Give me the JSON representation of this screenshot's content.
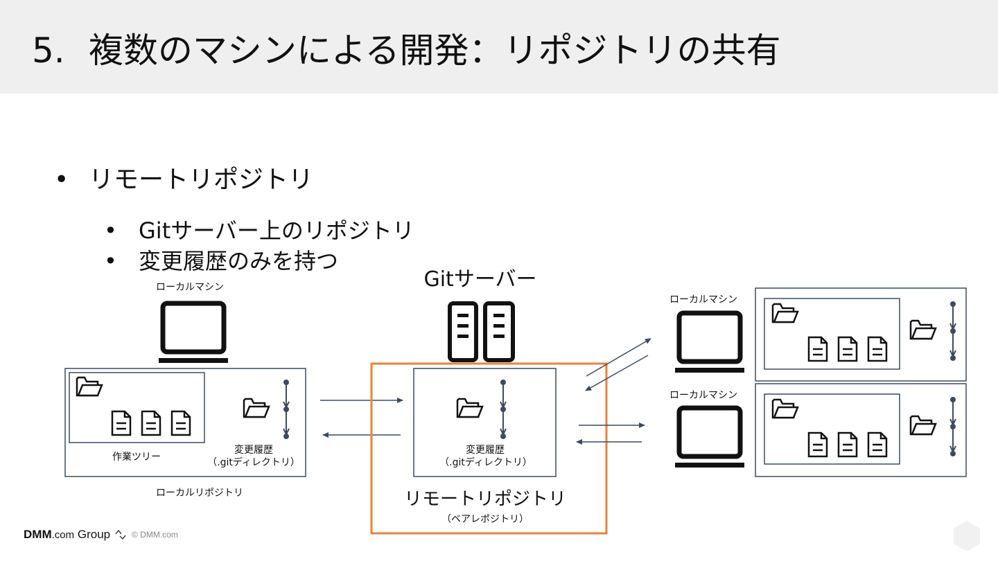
{
  "slide": {
    "number": "5.",
    "title": "複数のマシンによる開発：リポジトリの共有"
  },
  "bullets": {
    "main": "リモートリポジトリ",
    "sub": [
      "Gitサーバー上のリポジトリ",
      "変更履歴のみを持つ"
    ],
    "marker": "•"
  },
  "diagram": {
    "server_label": "Gitサーバー",
    "local_machine_label": "ローカルマシン",
    "working_tree_label": "作業ツリー",
    "history_label": "変更履歴",
    "git_dir_label": "（.gitディレクトリ）",
    "local_repo_label": "ローカルリポジトリ",
    "remote_repo_label": "リモートリポジトリ",
    "bare_repo_label": "（ベアレポジトリ）",
    "highlight_color": "#e8833a",
    "line_color": "#3d4a5c"
  },
  "footer": {
    "logo_main": "DMM",
    "logo_com": ".com",
    "logo_group": "Group",
    "copyright": "© DMM.com"
  }
}
